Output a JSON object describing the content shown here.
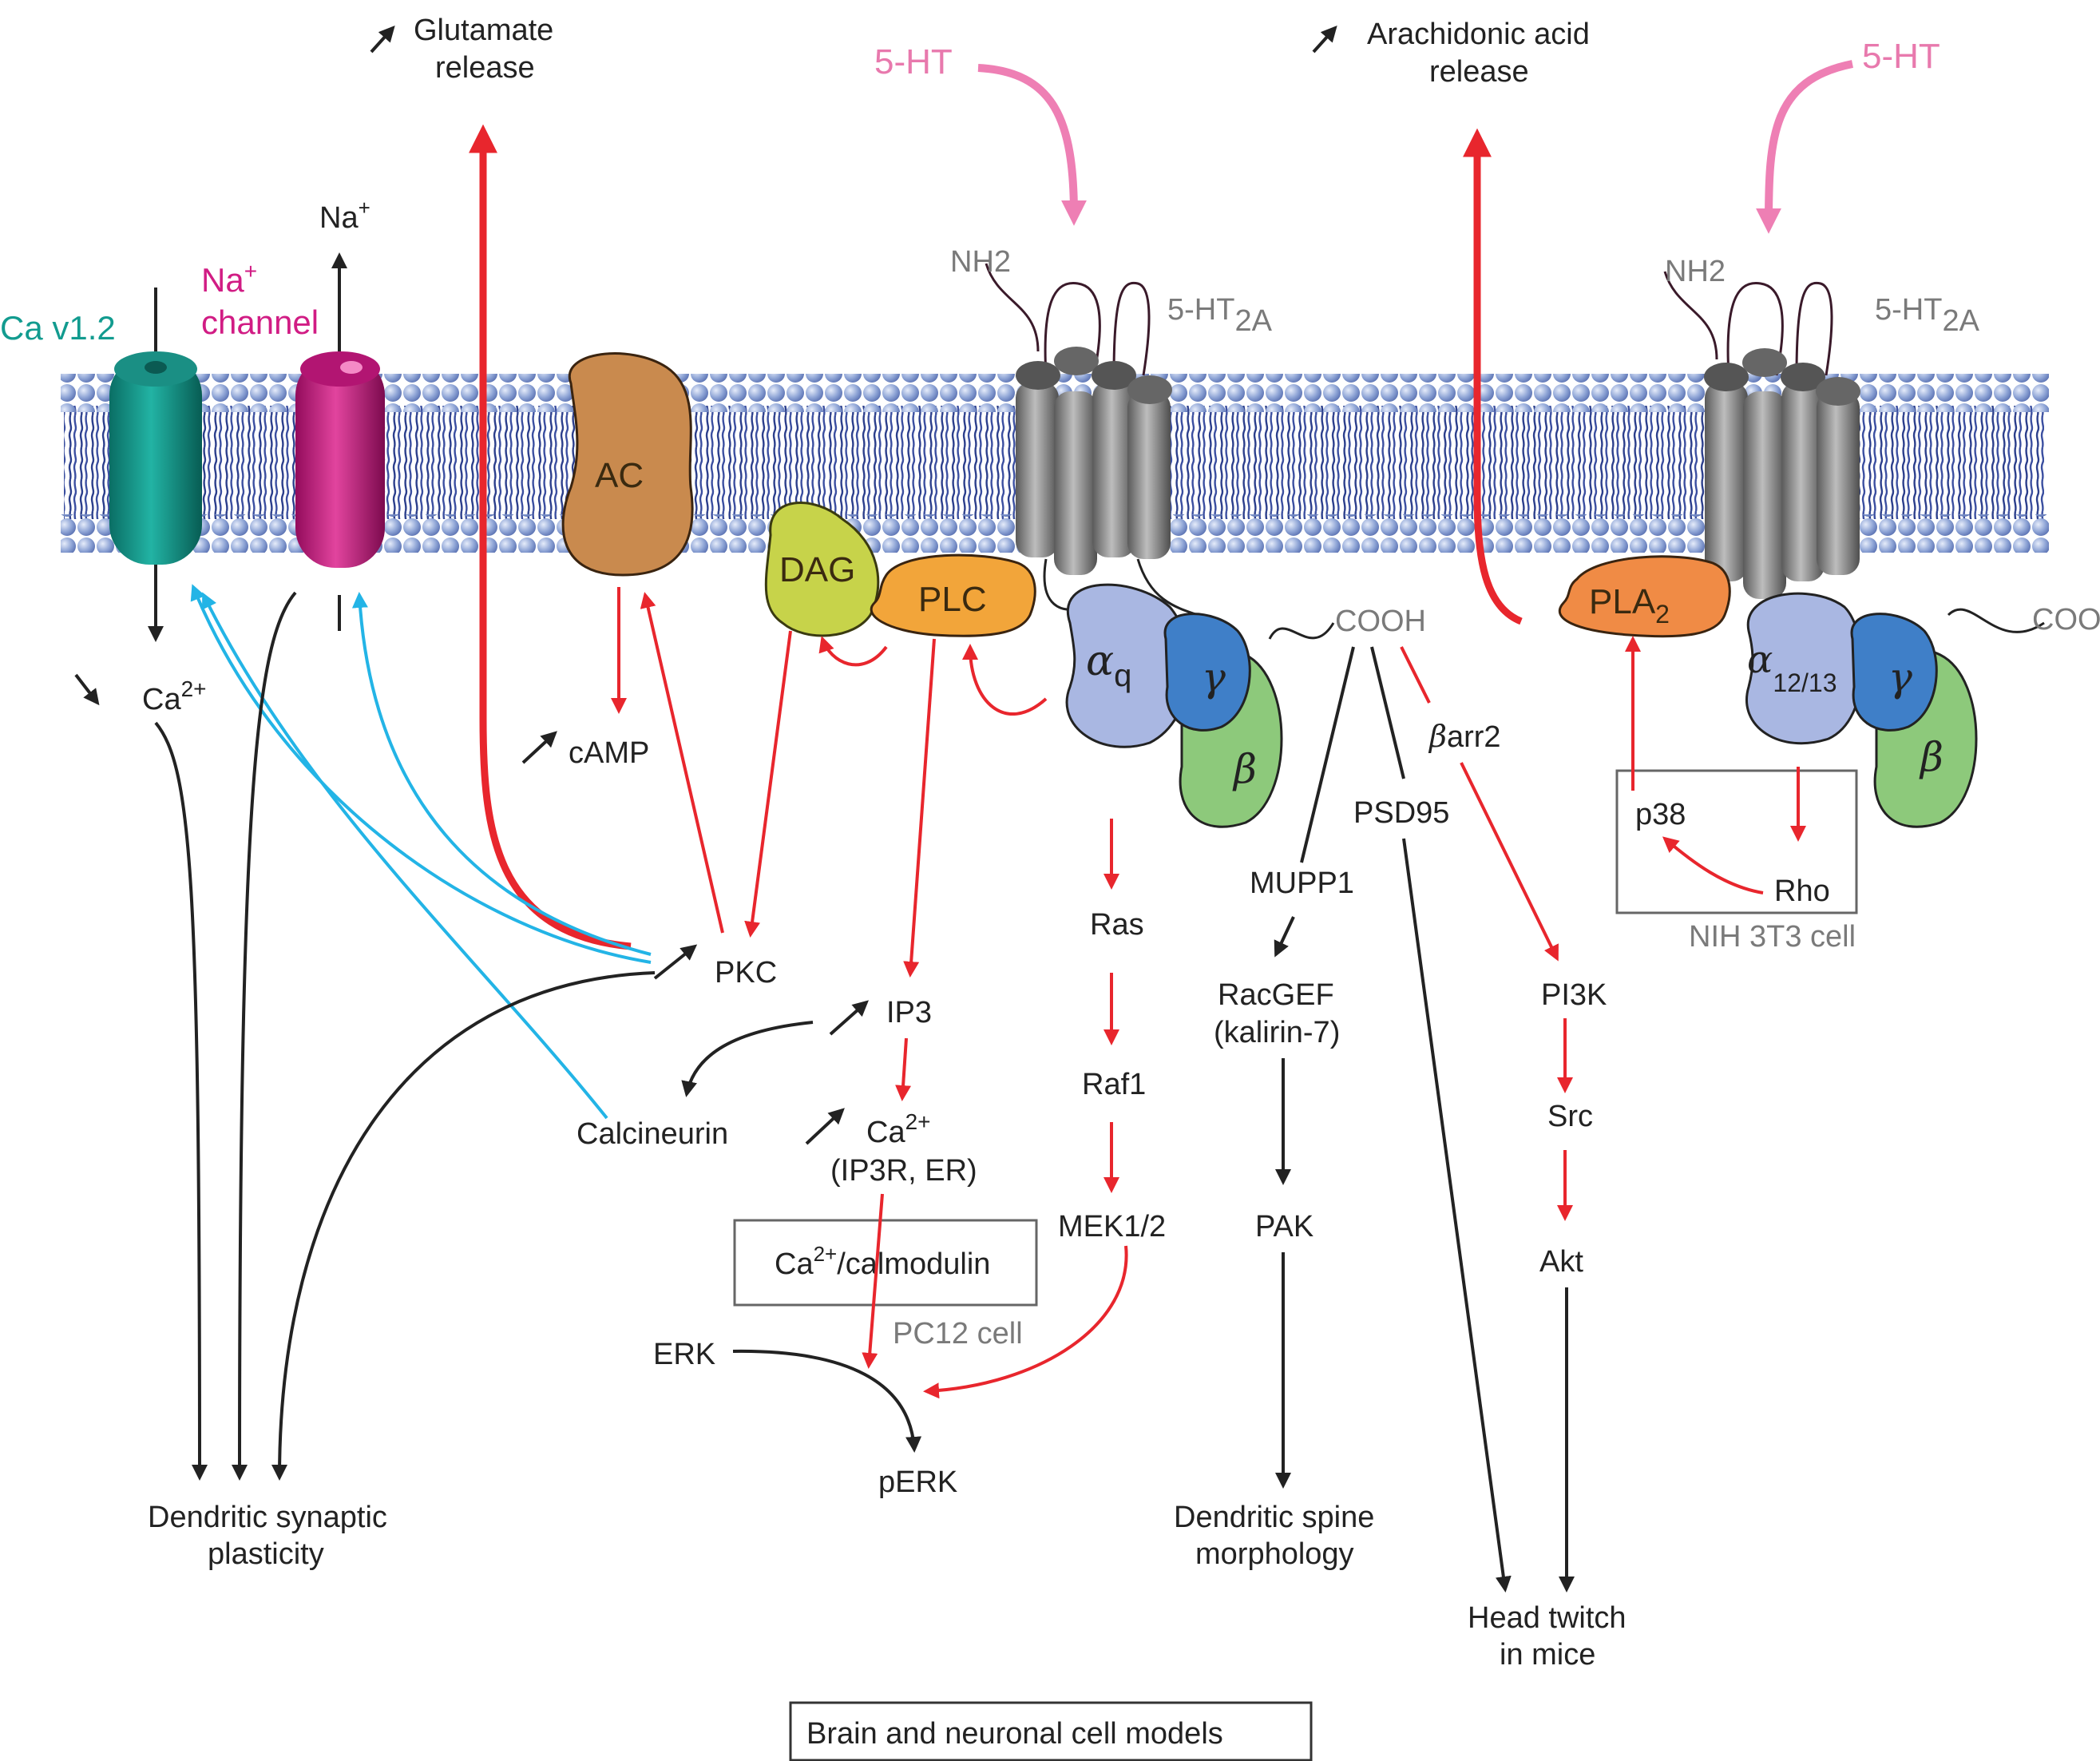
{
  "colors": {
    "activation_arrow": "#e8262d",
    "inhibition_arrow": "#23b4e6",
    "neutral_arrow": "#222222",
    "serotonin_arrow": "#ee7fb4",
    "membrane_head": "#8fa5d6",
    "membrane_tail": "#2c3f8c",
    "ca_channel": "#0f8f82",
    "na_channel": "#c4137c",
    "ac": "#c98a4e",
    "dag": "#c7d34a",
    "plc": "#f2a53a",
    "pla2": "#f08b45",
    "receptor": "#777777",
    "galpha": "#a9b7e2",
    "ggamma": "#3f7fc8",
    "gbeta": "#8dc97b"
  },
  "channels": {
    "ca_label": "Ca v1.2",
    "na_label_main": "Na",
    "na_label_sup": "+",
    "na_label_line2": "channel",
    "na_ion": "Na",
    "na_ion_sup": "+"
  },
  "left_outputs": {
    "glutamate_line1": "Glutamate",
    "glutamate_line2": "release",
    "ca_main": "Ca",
    "ca_sup": "2+",
    "camp": "cAMP",
    "pkc": "PKC",
    "calcineurin": "Calcineurin",
    "ip3": "IP3",
    "ca2_main": "Ca",
    "ca2_sup": "2+",
    "ca2_line2": "(IP3R, ER)",
    "calmodulin_pre": "Ca",
    "calmodulin_sup": "2+",
    "calmodulin_post": "/calmodulin",
    "pc12": "PC12 cell",
    "erk": "ERK",
    "perk": "pERK",
    "dsp_line1": "Dendritic synaptic",
    "dsp_line2": "plasticity"
  },
  "proteins": {
    "ac": "AC",
    "dag": "DAG",
    "plc": "PLC",
    "pla2_main": "PLA",
    "pla2_sub": "2"
  },
  "receptor1": {
    "ligand": "5-HT",
    "name_main": "5-HT",
    "name_sub": "2A",
    "nh2": "NH2",
    "cooh": "COOH",
    "galpha_greek": "α",
    "galpha_sub": "q",
    "ggamma": "γ",
    "gbeta": "β"
  },
  "receptor2": {
    "ligand": "5-HT",
    "name_main": "5-HT",
    "name_sub": "2A",
    "nh2": "NH2",
    "cooh": "COOH",
    "galpha_greek": "α",
    "galpha_sub": "12/13",
    "ggamma": "γ",
    "gbeta": "β"
  },
  "middle_pathways": {
    "ras": "Ras",
    "raf1": "Raf1",
    "mek": "MEK1/2",
    "mupp1": "MUPP1",
    "racgef_line1": "RacGEF",
    "racgef_line2": "(kalirin-7)",
    "pak": "PAK",
    "dsm_line1": "Dendritic spine",
    "dsm_line2": "morphology",
    "psd95": "PSD95",
    "barr2_greek": "β",
    "barr2_text": "arr2",
    "pi3k": "PI3K",
    "src": "Src",
    "akt": "Akt",
    "ht_line1": "Head twitch",
    "ht_line2": "in mice"
  },
  "right_outputs": {
    "aa_line1": "Arachidonic acid",
    "aa_line2": "release",
    "p38": "p38",
    "rho": "Rho",
    "nih": "NIH 3T3 cell"
  },
  "footer": {
    "caption": "Brain and neuronal cell models"
  }
}
